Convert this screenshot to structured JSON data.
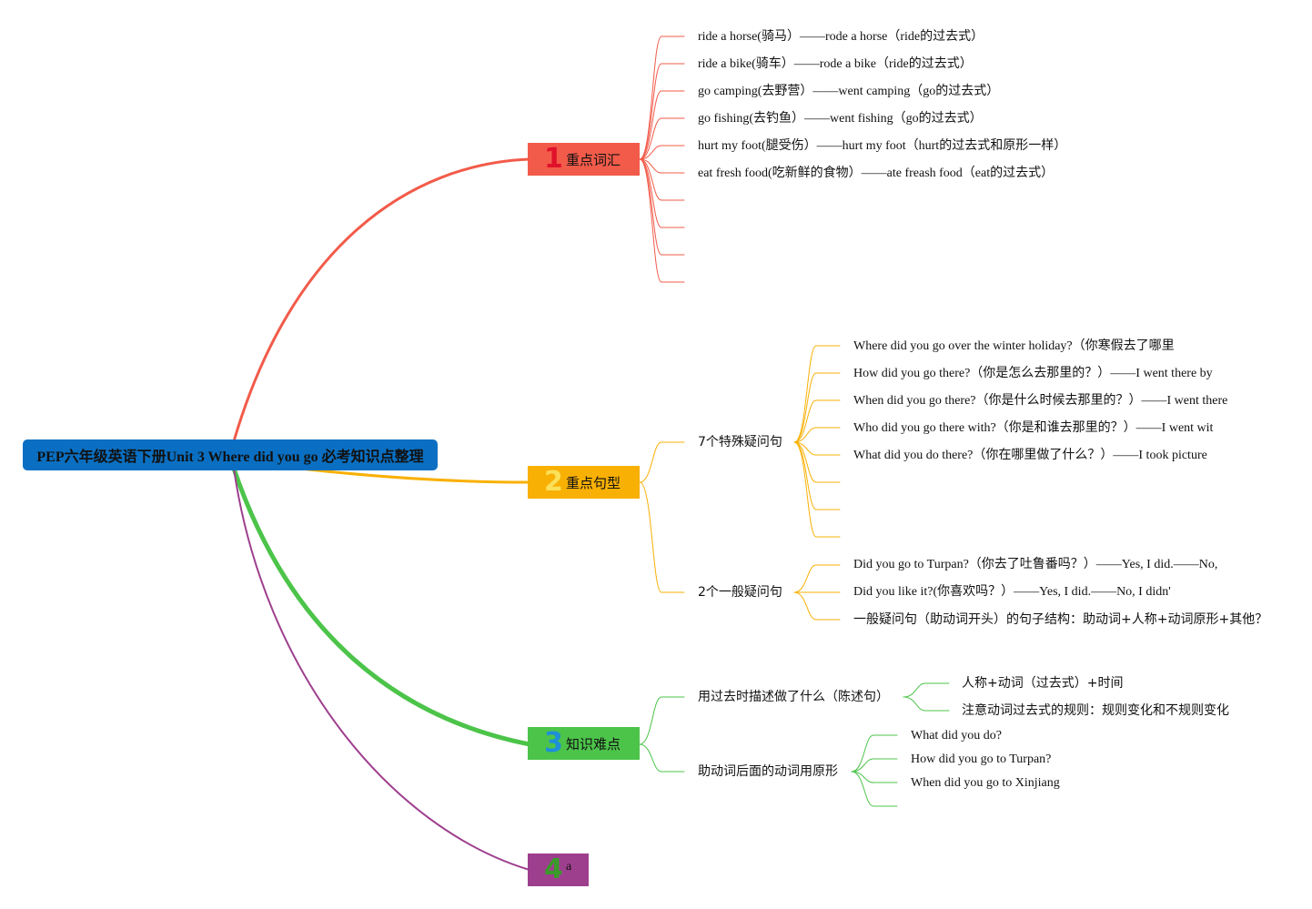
{
  "root": {
    "title": "PEP六年级英语下册Unit 3 Where did you go 必考知识点整理"
  },
  "branches": [
    {
      "number": "1",
      "label": "重点词汇",
      "number_color": "#e0122a",
      "box_color": "#f25b4a",
      "items": [
        "ride a horse(骑马）——rode a horse（ride的过去式）",
        "ride a bike(骑车）——rode a bike（ride的过去式）",
        "go camping(去野营）——went camping（go的过去式）",
        "go fishing(去钓鱼）——went fishing（go的过去式）",
        "hurt my foot(腿受伤）——hurt my foot（hurt的过去式和原形一样）",
        "eat fresh food(吃新鲜的食物）——ate freash food（eat的过去式）"
      ]
    },
    {
      "number": "2",
      "label": "重点句型",
      "number_color": "#fbe05a",
      "box_color": "#f9b004",
      "groups": [
        {
          "label": "7个特殊疑问句",
          "items": [
            "Where did you go over the winter holiday?（你寒假去了哪里",
            "How did you go there?（你是怎么去那里的？）——I went there by",
            "When did you go there?（你是什么时候去那里的？）——I went there",
            "Who did you go there with?（你是和谁去那里的？）——I went wit",
            "What did you do there?（你在哪里做了什么？）——I took picture"
          ]
        },
        {
          "label": "2个一般疑问句",
          "items": [
            "Did you go to Turpan?（你去了吐鲁番吗？）——Yes, I did.——No,",
            "Did you like it?(你喜欢吗？）——Yes, I did.——No, I didn'",
            "一般疑问句（助动词开头）的句子结构：助动词+人称+动词原形+其他？"
          ]
        }
      ]
    },
    {
      "number": "3",
      "label": "知识难点",
      "number_color": "#1e8fd8",
      "box_color": "#4cc44a",
      "groups": [
        {
          "label": "用过去时描述做了什么（陈述句）",
          "items": [
            "人称+动词（过去式）+时间",
            "注意动词过去式的规则：规则变化和不规则变化"
          ]
        },
        {
          "label": "助动词后面的动词用原形",
          "items": [
            "What did you do?",
            "How did you go to Turpan?",
            "When did you go to Xinjiang"
          ]
        }
      ]
    },
    {
      "number": "4",
      "label": "a",
      "number_color": "#3a9a2a",
      "box_color": "#9e3f8e"
    }
  ]
}
